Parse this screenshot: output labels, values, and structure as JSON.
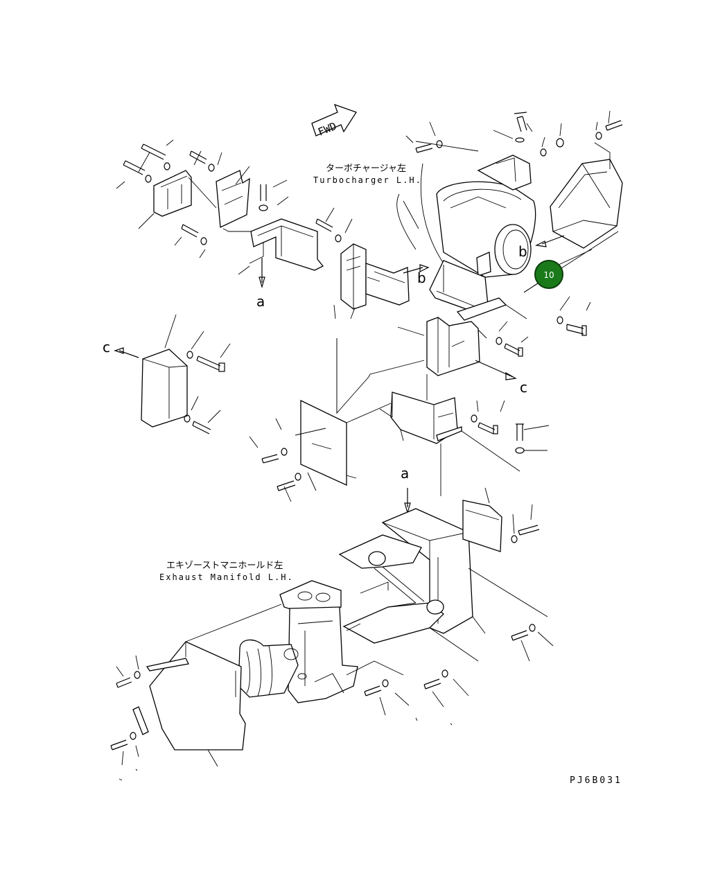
{
  "diagram": {
    "fwd_label": "FWD",
    "turbocharger": {
      "jp": "ターボチャージャ左",
      "en": "Turbocharger L.H."
    },
    "exhaust_manifold": {
      "jp": "エキゾーストマニホールド左",
      "en": "Exhaust Manifold L.H."
    },
    "ref_letters": {
      "a": "a",
      "b": "b",
      "c": "c"
    },
    "callout": {
      "number": "10",
      "color": "#1a7a1a"
    },
    "drawing_code": "PJ6B031"
  }
}
